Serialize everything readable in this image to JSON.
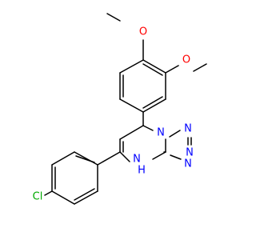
{
  "colors": {
    "background": "#ffffff",
    "bond": "#000000",
    "oxygen": "#ff0000",
    "nitrogen": "#0000ff",
    "chlorine": "#00aa00"
  },
  "atom_labels": {
    "o_para": "O",
    "o_meta": "O",
    "n_ring_a": "N",
    "n_ring_b": "N",
    "n_ring_c": "N",
    "n_ring_d": "N",
    "nh": "N",
    "h": "H",
    "cl": "Cl"
  }
}
